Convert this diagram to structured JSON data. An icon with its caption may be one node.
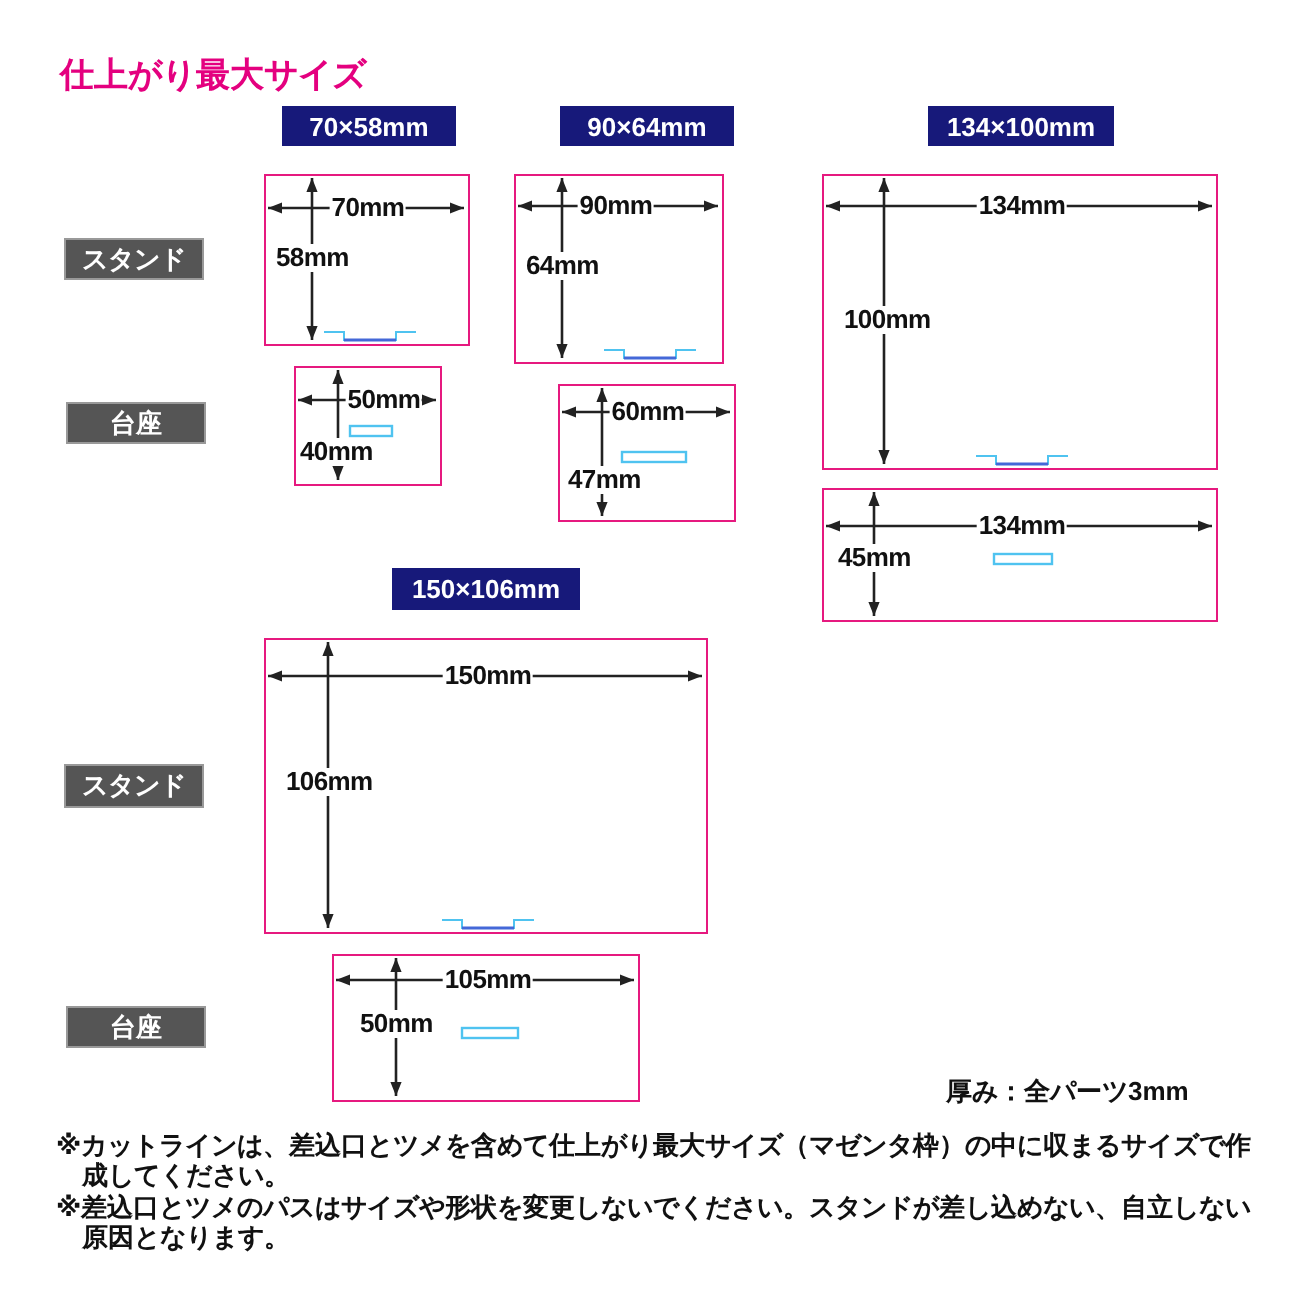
{
  "diagram": {
    "title": "仕上がり最大サイズ",
    "nodes": [
      {
        "text": [
          "70×58mm"
        ]
      },
      {
        "text": [
          "90×64mm"
        ]
      },
      {
        "text": [
          "134×100mm"
        ]
      },
      {
        "text": [
          "スタンド"
        ]
      },
      {
        "text": [
          "70mm",
          "58mm"
        ]
      },
      {
        "text": [
          "90mm",
          "64mm"
        ]
      },
      {
        "text": [
          "134mm",
          "100mm"
        ]
      },
      {
        "text": [
          "台座"
        ]
      },
      {
        "text": [
          "50mm",
          "40mm"
        ]
      },
      {
        "text": [
          "60mm",
          "47mm"
        ]
      },
      {
        "text": [
          "134mm",
          "45mm"
        ]
      },
      {
        "text": [
          "150×106mm"
        ]
      },
      {
        "text": [
          "スタンド"
        ]
      },
      {
        "text": [
          "150mm",
          "106mm"
        ]
      },
      {
        "text": [
          "台座"
        ]
      },
      {
        "text": [
          "105mm",
          "50mm"
        ]
      }
    ],
    "labels": [
      "厚み：全パーツ3mm",
      "※カットラインは、差込口とツメを含めて仕上がり最大サイズ（マゼンタ枠）の中に収まるサイズで作成してください。",
      "※差込口とツメのパスはサイズや形状を変更しないでください。スタンドが差し込めない、自立しない原因となります。"
    ]
  }
}
